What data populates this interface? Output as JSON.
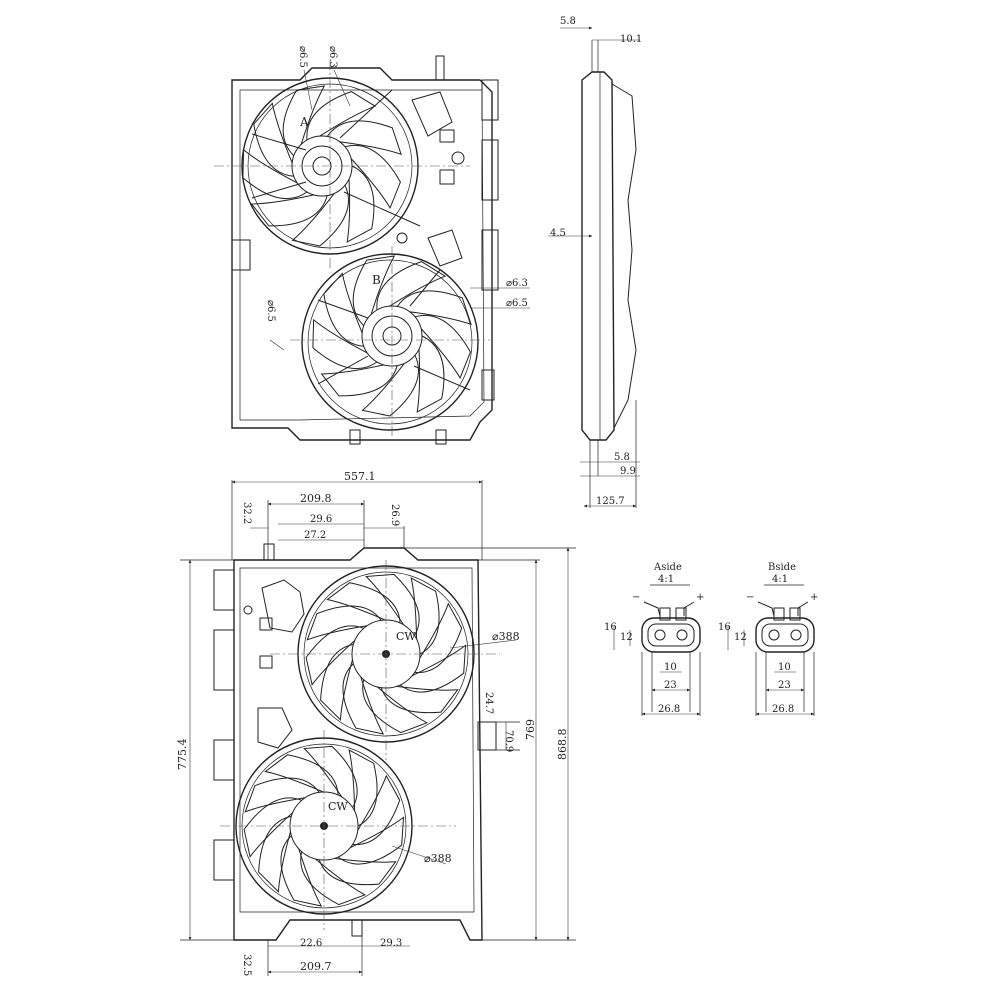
{
  "top_view": {
    "fan_labels": [
      "A",
      "B"
    ],
    "hole_dims": [
      "⌀6.5",
      "⌀6.3",
      "⌀6.3",
      "⌀6.5",
      "⌀6.5"
    ]
  },
  "side_view": {
    "dims": [
      "5.8",
      "10.1",
      "4.5",
      "5.8",
      "9.9",
      "125.7"
    ]
  },
  "front_view": {
    "fan_direction": [
      "CW",
      "CW"
    ],
    "fan_diameters": [
      "⌀388",
      "⌀388"
    ],
    "dims_top": [
      "557.1",
      "209.8",
      "32.2",
      "29.6",
      "26.9",
      "27.2"
    ],
    "dims_bottom": [
      "22.6",
      "29.3",
      "32.5",
      "209.7"
    ],
    "dims_left": [
      "775.4"
    ],
    "dims_right": [
      "24.7",
      "70.9",
      "769",
      "868.8"
    ]
  },
  "connectors": [
    {
      "title": "Aside",
      "scale": "4:1",
      "minus": "−",
      "plus": "+",
      "dims": [
        "16",
        "12",
        "10",
        "23",
        "26.8"
      ]
    },
    {
      "title": "Bside",
      "scale": "4:1",
      "minus": "−",
      "plus": "+",
      "dims": [
        "16",
        "12",
        "10",
        "23",
        "26.8"
      ]
    }
  ]
}
